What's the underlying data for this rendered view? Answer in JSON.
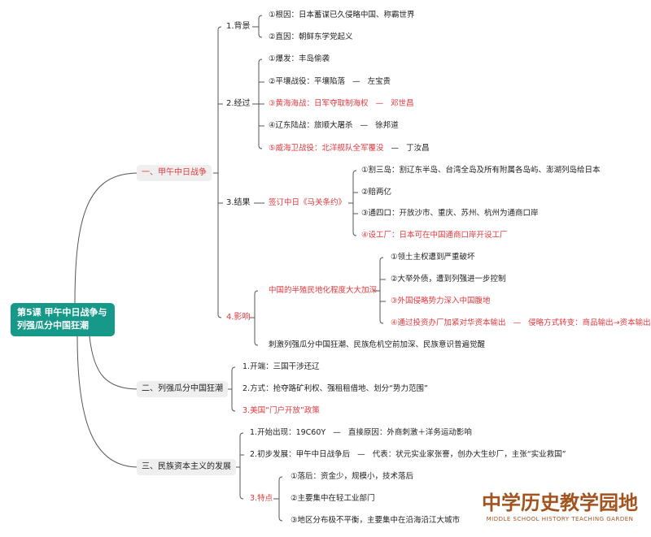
{
  "root": {
    "line1": "第5课 甲午中日战争与",
    "line2": "列强瓜分中国狂潮"
  },
  "sections": [
    {
      "title": "一、甲午中日战争",
      "background": {
        "label": "1.背景",
        "items": [
          "①根因：日本蓄谋已久侵略中国、称霸世界",
          "②直因：朝鲜东学党起义"
        ]
      },
      "process": {
        "label": "2.经过",
        "items": [
          "①爆发：丰岛偷袭",
          "②平壤战役：平壤陷落",
          "③黄海海战：日军夺取制海权",
          "④辽东陆战：旅顺大屠杀",
          "⑤威海卫战役：北洋舰队全军覆没"
        ],
        "persons": [
          "左宝贵",
          "邓世昌",
          "徐邦道",
          "丁汝昌"
        ]
      },
      "result": {
        "label": "3.结果",
        "treaty": "签订中日《马关条约》",
        "items": [
          "①割三岛：割辽东半岛、台湾全岛及所有附属各岛屿、澎湖列岛给日本",
          "②赔两亿",
          "③通四口：开放沙市、重庆、苏州、杭州为通商口岸",
          "④设工厂：日本可在中国通商口岸开设工厂"
        ]
      },
      "impact": {
        "label": "4.影响",
        "deepen": "中国的半殖民地化程度大大加深",
        "items": [
          "①领土主权遭到严重破坏",
          "②大举外债，遭到列强进一步控制",
          "③外国侵略势力深入中国腹地",
          "④通过投资办厂加紧对华资本输出"
        ],
        "shift": "侵略方式转变：商品输出→资本输出",
        "stimulate": "刺激列强瓜分中国狂潮、民族危机空前加深、民族意识普遍觉醒"
      }
    },
    {
      "title": "二、列强瓜分中国狂潮",
      "items": [
        "1.开端：三国干涉还辽",
        "2.方式：抢夺路矿利权、强租租借地、划分“势力范围”",
        "3.美国“门户开放”政策"
      ]
    },
    {
      "title": "三、民族资本主义的发展",
      "start": {
        "label": "1.开始出现：19C60Y",
        "cause": "直接原因：外商刺激＋洋务运动影响"
      },
      "early": {
        "label": "2.初步发展：甲午中日战争后",
        "rep": "代表：状元实业家张謇，创办大生纱厂，主张“实业救国”"
      },
      "features": {
        "label": "3.特点",
        "items": [
          "①落后：资金少，规模小，技术落后",
          "②主要集中在轻工业部门",
          "③地区分布极不平衡，主要集中在沿海沿江大城市"
        ]
      }
    }
  ],
  "logo": {
    "title": "中学历史教学园地",
    "subtitle": "MIDDLE SCHOOL HISTORY TEACHING GARDEN"
  },
  "colors": {
    "accent": "#17998a",
    "highlight": "#e0393e",
    "line": "#555555"
  }
}
